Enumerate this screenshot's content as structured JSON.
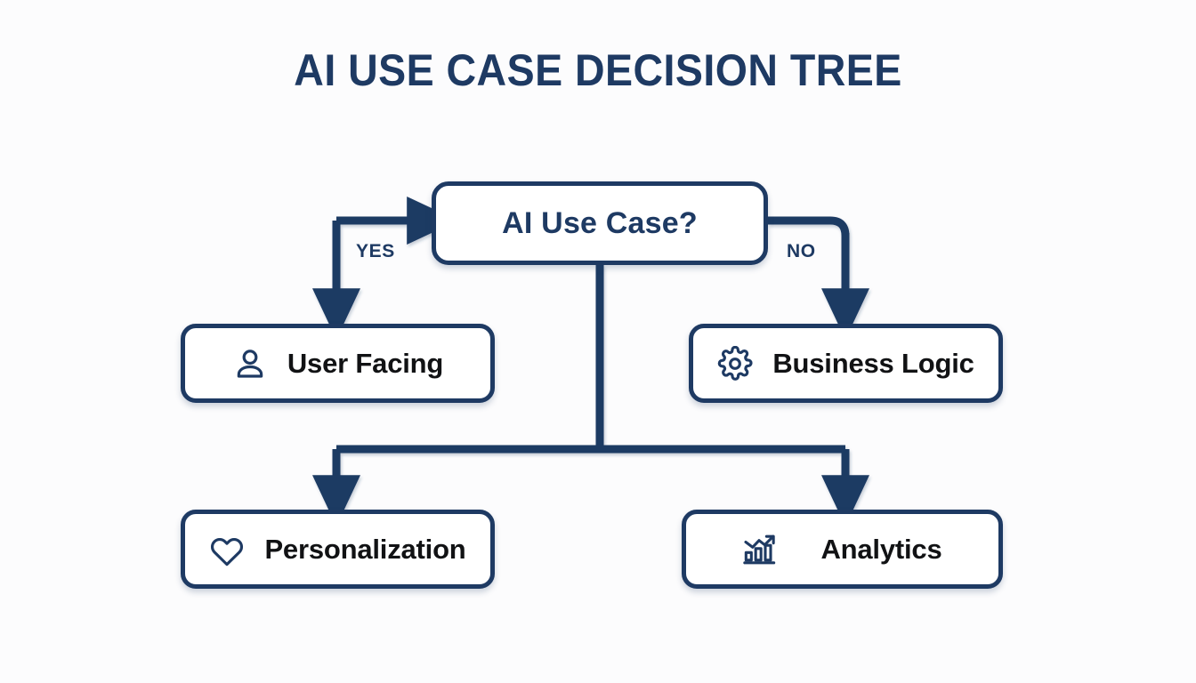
{
  "page": {
    "title": "AI USE CASE DECISION TREE",
    "background_color": "#fcfcfd",
    "accent_color": "#1e3a63",
    "text_color": "#111214"
  },
  "diagram": {
    "type": "decision-tree-flowchart",
    "root": {
      "id": "root",
      "label": "AI Use Case?",
      "shape": "rounded-rectangle"
    },
    "branch_labels": {
      "yes": "YES",
      "no": "NO"
    },
    "nodes": [
      {
        "id": "user-facing",
        "label": "User Facing",
        "icon": "user-icon",
        "level": 2,
        "branch": "YES"
      },
      {
        "id": "business-logic",
        "label": "Business Logic",
        "icon": "gear-icon",
        "level": 2,
        "branch": "NO"
      },
      {
        "id": "personalization",
        "label": "Personalization",
        "icon": "heart-icon",
        "level": 3,
        "branch": ""
      },
      {
        "id": "analytics",
        "label": "Analytics",
        "icon": "bar-chart-trend-icon",
        "level": 3,
        "branch": ""
      }
    ],
    "connectors": [
      {
        "from": "yes-branch",
        "to": "root",
        "direction": "right",
        "arrow": true
      },
      {
        "from": "yes-branch",
        "to": "user-facing",
        "direction": "down",
        "arrow": true
      },
      {
        "from": "root",
        "to": "no-branch",
        "direction": "right",
        "arrow": false
      },
      {
        "from": "no-branch",
        "to": "business-logic",
        "direction": "down",
        "arrow": true
      },
      {
        "from": "root",
        "to": "split-bus",
        "direction": "down",
        "arrow": false
      },
      {
        "from": "split-bus",
        "to": "personalization",
        "direction": "down",
        "arrow": true
      },
      {
        "from": "split-bus",
        "to": "analytics",
        "direction": "down",
        "arrow": true
      }
    ]
  }
}
